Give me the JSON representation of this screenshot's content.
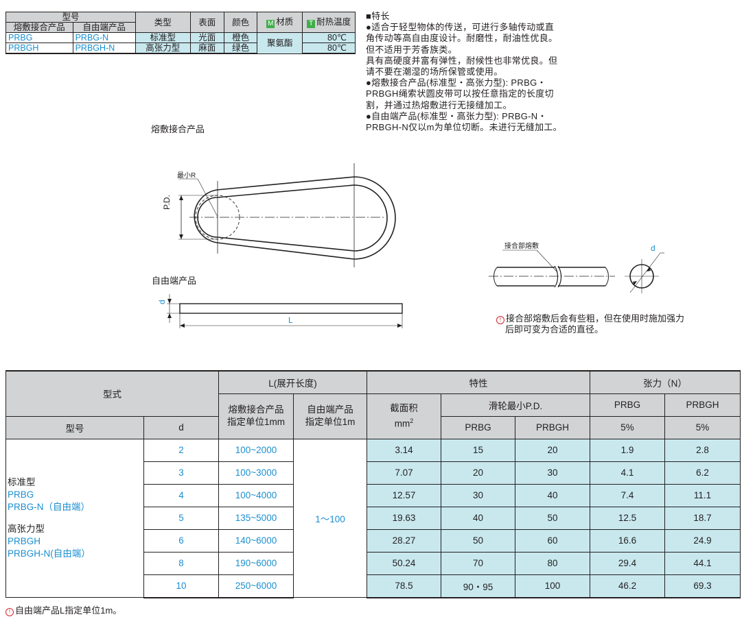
{
  "spec_table": {
    "header_group": "型号",
    "h_fused": "熔敷接合产品",
    "h_free": "自由端产品",
    "h_type": "类型",
    "h_surface": "表面",
    "h_color": "颜色",
    "h_material": "材质",
    "h_material_icon": "M",
    "h_temp": "耐热温度",
    "h_temp_icon": "T",
    "rows": [
      {
        "fused": "PRBG",
        "free": "PRBG-N",
        "type": "标准型",
        "surface": "光面",
        "color": "橙色",
        "temp": "80℃"
      },
      {
        "fused": "PRBGH",
        "free": "PRBGH-N",
        "type": "高张力型",
        "surface": "麻面",
        "color": "绿色",
        "temp": "80℃"
      }
    ],
    "material": "聚氨酯"
  },
  "features": {
    "title": "■特长",
    "lines": [
      "●适合于轻型物体的传送，可进行多轴传动或直",
      "角传动等高自由度设计。耐磨性，耐油性优良。",
      "但不适用于芳香族类。",
      "具有高硬度并富有弹性，耐候性也非常优良。但",
      "请不要在潮湿的场所保管或使用。",
      "●熔敷接合产品(标准型・高张力型): PRBG・",
      "PRBGH绳索状圆皮带可以按任意指定的长度切",
      "割，并通过热熔敷进行无接缝加工。",
      "●自由端产品(标准型・高张力型): PRBG-N・",
      "PRBGH-N仅以m为单位切断。未进行无缝加工。"
    ]
  },
  "diagrams": {
    "fused_title": "熔敷接合产品",
    "min_r": "最小R",
    "pd": "P.D.",
    "free_title": "自由端产品",
    "d": "d",
    "L": "L",
    "joint_label": "接合部熔敷",
    "joint_note_icon": "!",
    "joint_note_lines": [
      "接合部熔敷后会有些粗，但在使用时施加强力",
      "后即可变为合适的直径。"
    ]
  },
  "main_table": {
    "h_model_type": "型式",
    "h_L": "L(展开长度)",
    "h_props": "特性",
    "h_tension": "张力（N）",
    "h_fused_unit_1": "熔敷接合产品",
    "h_fused_unit_2": "指定单位1mm",
    "h_free_unit_1": "自由端产品",
    "h_free_unit_2": "指定单位1m",
    "h_area_1": "截面积",
    "h_area_2": "mm",
    "h_area_sup": "2",
    "h_min_pd": "滑轮最小P.D.",
    "h_model": "型号",
    "h_d": "d",
    "h_prbg": "PRBG",
    "h_prbgh": "PRBGH",
    "h_t_prbg": "PRBG",
    "h_t_prbgh": "PRBGH",
    "h_pct_1": "5%",
    "h_pct_2": "5%",
    "type_lines": [
      "标准型",
      "PRBG",
      "PRBG-N（自由端）",
      "高张力型",
      "PRBGH",
      "PRBGH-N(自由端）"
    ],
    "free_range": "1～100",
    "rows": [
      {
        "d": "2",
        "range": "100~2000",
        "area": "3.14",
        "pd_prbg": "15",
        "pd_prbgh": "20",
        "t_prbg": "1.9",
        "t_prbgh": "2.8"
      },
      {
        "d": "3",
        "range": "100~3000",
        "area": "7.07",
        "pd_prbg": "20",
        "pd_prbgh": "30",
        "t_prbg": "4.1",
        "t_prbgh": "6.2"
      },
      {
        "d": "4",
        "range": "100~4000",
        "area": "12.57",
        "pd_prbg": "30",
        "pd_prbgh": "40",
        "t_prbg": "7.4",
        "t_prbgh": "11.1"
      },
      {
        "d": "5",
        "range": "135~5000",
        "area": "19.63",
        "pd_prbg": "40",
        "pd_prbgh": "50",
        "t_prbg": "12.5",
        "t_prbgh": "18.7"
      },
      {
        "d": "6",
        "range": "140~6000",
        "area": "28.27",
        "pd_prbg": "50",
        "pd_prbgh": "60",
        "t_prbg": "16.6",
        "t_prbgh": "24.9"
      },
      {
        "d": "8",
        "range": "190~6000",
        "area": "50.24",
        "pd_prbg": "70",
        "pd_prbgh": "80",
        "t_prbg": "29.4",
        "t_prbgh": "44.1"
      },
      {
        "d": "10",
        "range": "250~6000",
        "area": "78.5",
        "pd_prbg": "90・95",
        "pd_prbgh": "100",
        "t_prbg": "46.2",
        "t_prbgh": "69.3"
      }
    ]
  },
  "footnote": {
    "icon": "!",
    "text": "自由端产品L指定单位1m。"
  },
  "colors": {
    "accent_blue": "#1a8fd0",
    "cell_cyan": "#c8e8ee",
    "header_gray": "#d1d3d4",
    "warn_red": "#d2232a",
    "tag_green": "#3fae49"
  }
}
